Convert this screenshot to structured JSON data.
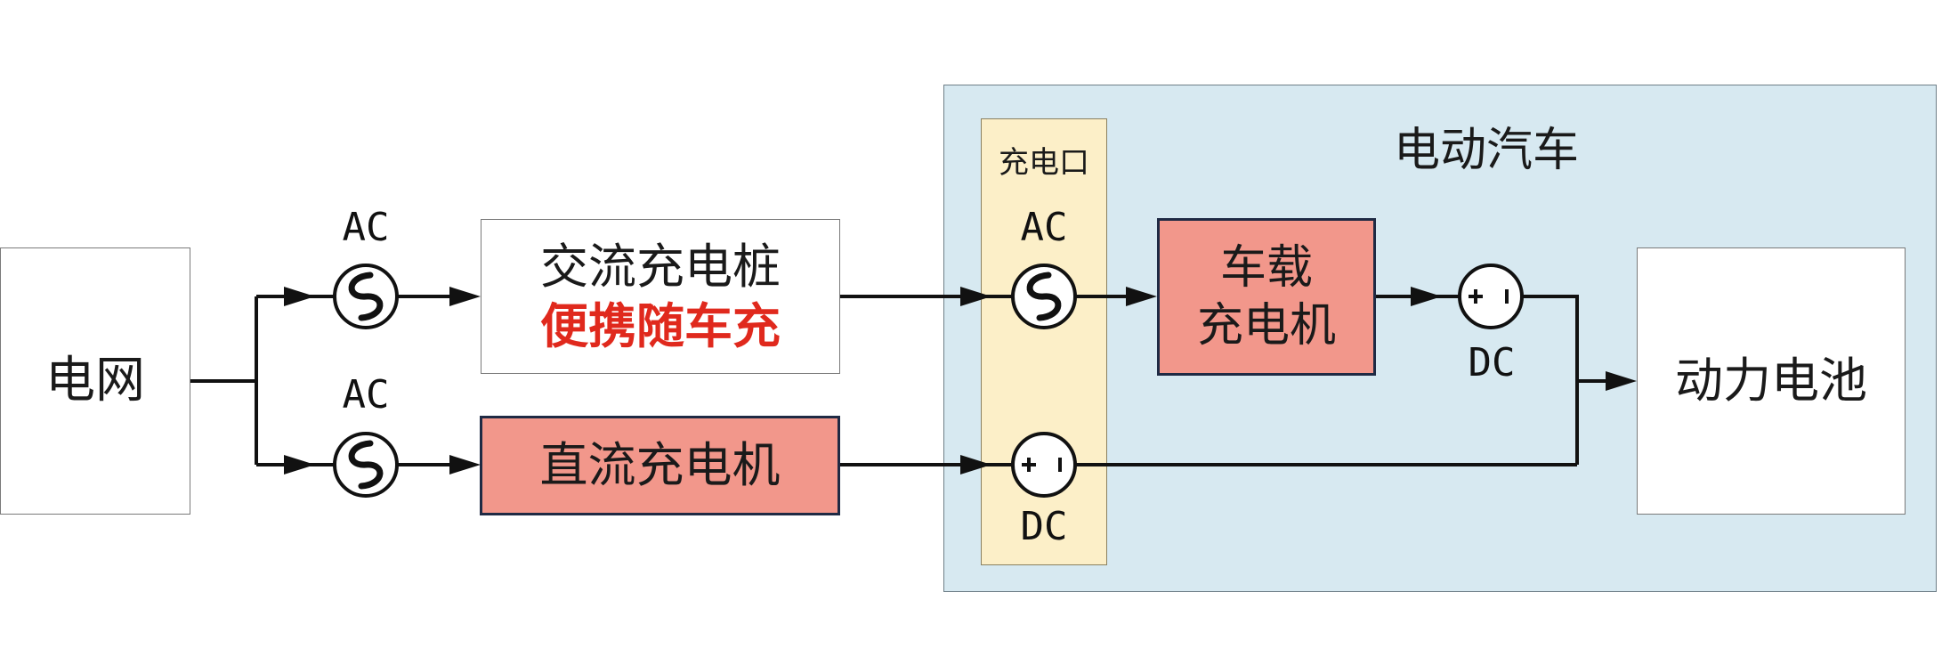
{
  "grid": {
    "label": "电网"
  },
  "ac_label": "AC",
  "dc_label": "DC",
  "ac_pile": {
    "line1": "交流充电桩",
    "line2": "便携随车充"
  },
  "dc_charger": {
    "label": "直流充电机"
  },
  "ev": {
    "title": "电动汽车"
  },
  "port": {
    "title": "充电口"
  },
  "obc": {
    "line1": "车载",
    "line2": "充电机"
  },
  "battery": {
    "label": "动力电池"
  },
  "colors": {
    "ev_bg": "#d7e9f1",
    "port_bg": "#fcefc8",
    "salmon": "#f2978b",
    "red_text": "#e0291d"
  }
}
